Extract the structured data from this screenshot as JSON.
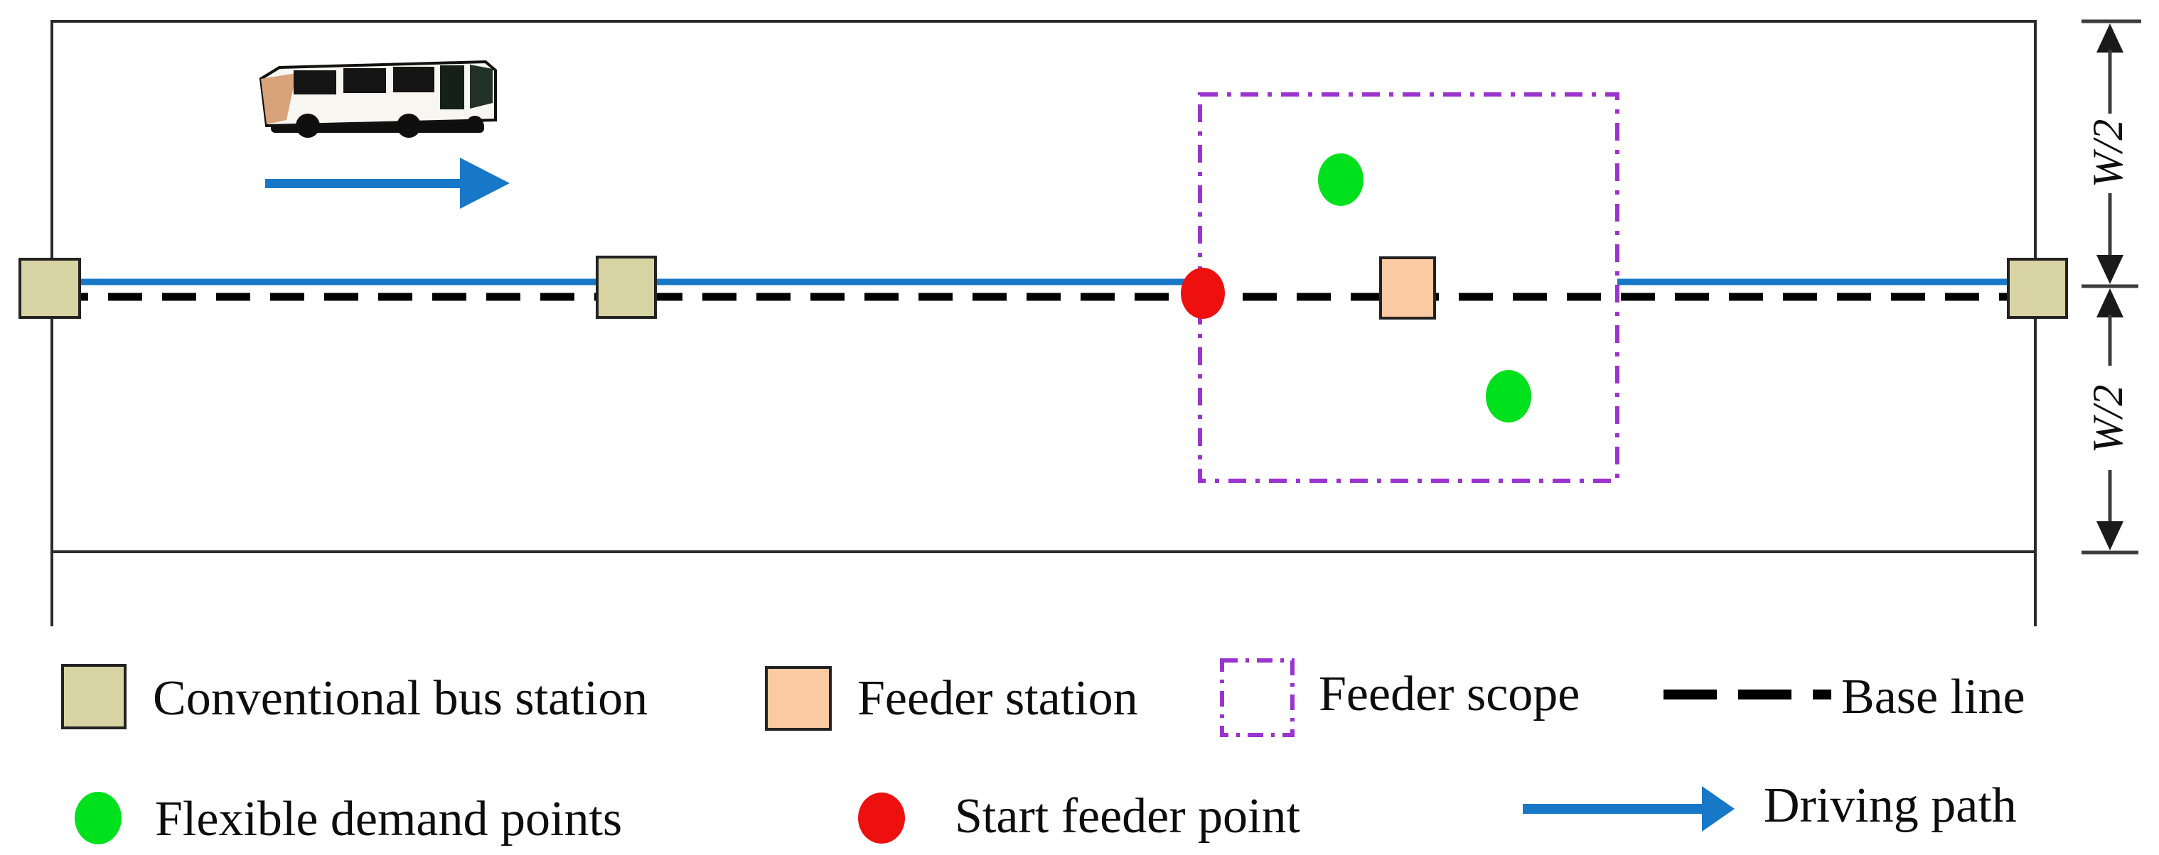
{
  "figure": {
    "description": "Feeder bus service corridor diagram",
    "bus_icon": "bus-clipart",
    "direction_arrow_icon": "right-arrow"
  },
  "dimension": {
    "upper_label": "W/2",
    "lower_label": "W/2"
  },
  "legend": {
    "conventional_station": "Conventional bus station",
    "feeder_station": "Feeder station",
    "feeder_scope": "Feeder scope",
    "base_line": "Base line",
    "flexible_demand": "Flexible demand points",
    "start_feeder": "Start feeder point",
    "driving_path": "Driving path"
  },
  "colors": {
    "station_khaki": "#d8d3a2",
    "feeder_peach": "#fbc9a2",
    "demand_green": "#00e11e",
    "start_red": "#ee0f0f",
    "scope_purple": "#9b34cf",
    "path_blue": "#1878c8",
    "line_dark": "#2b2b2b",
    "text_black": "#0d0d0d"
  }
}
